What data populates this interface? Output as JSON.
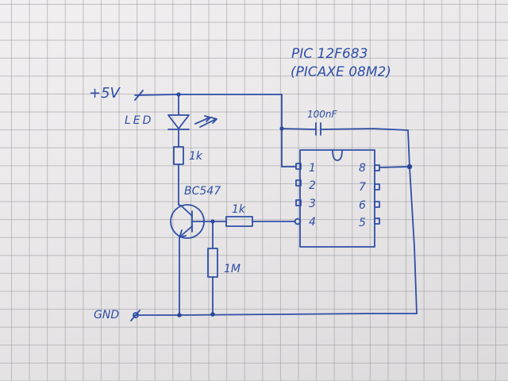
{
  "ic": {
    "part": "PIC 12F683",
    "alias": "(PICAXE 08M2)",
    "pins_left": [
      "1",
      "2",
      "3",
      "4"
    ],
    "pins_right": [
      "8",
      "7",
      "6",
      "5"
    ]
  },
  "labels": {
    "vcc": "+5V",
    "gnd": "GND",
    "led": "LED",
    "r_led": "1k",
    "transistor": "BC547",
    "r_base": "1k",
    "r_pulldown": "1M",
    "capacitor": "100nF"
  },
  "colors": {
    "ink": "#2f4fa6",
    "paper": "#ecebec",
    "grid": "#a0a0a5"
  }
}
